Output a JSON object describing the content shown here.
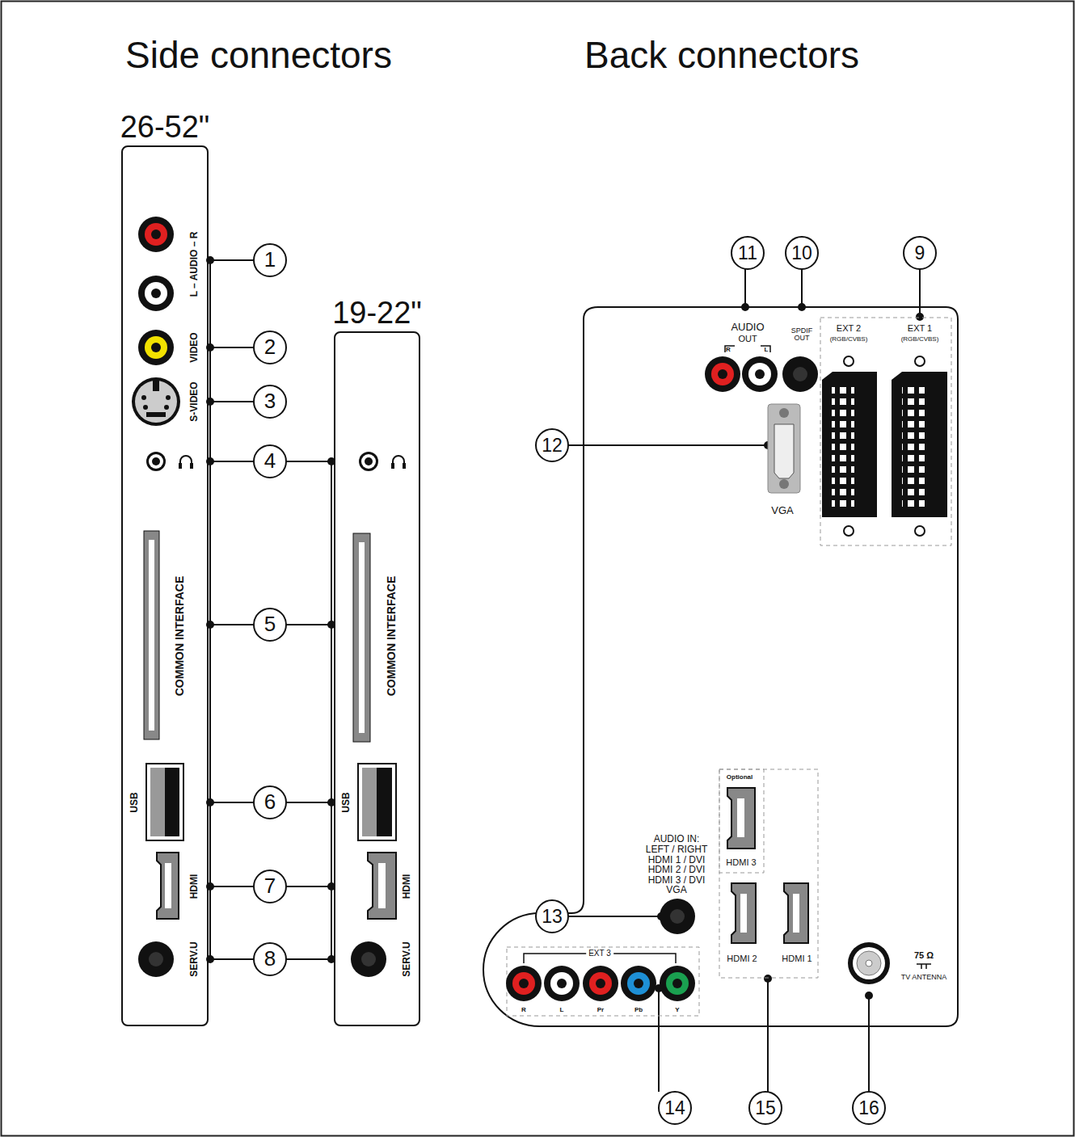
{
  "diagram": {
    "nodes": [
      {
        "text": [
          "26-52\""
        ]
      },
      {
        "text": [
          "19-22\""
        ]
      }
    ],
    "labels": [
      "Side connectors",
      "Back connectors",
      "1",
      "2",
      "3",
      "4",
      "5",
      "6",
      "7",
      "8",
      "L – AUDIO – R",
      "VIDEO",
      "S-VIDEO",
      "COMMON INTERFACE",
      "USB",
      "HDMI",
      "SERV.U",
      "COMMON INTERFACE",
      "USB",
      "HDMI",
      "SERV.U",
      "11",
      "10",
      "9",
      "AUDIO",
      "OUT",
      "R",
      "L",
      "SPDIF OUT",
      "EXT 2",
      "(RGB/CVBS)",
      "EXT 1",
      "(RGB/CVBS)",
      "12",
      "VGA",
      "Optional",
      "HDMI 3",
      "AUDIO IN: LEFT / RIGHT HDMI 1 / DVI HDMI 2 / DVI HDMI 3 / DVI VGA",
      "13",
      "HDMI 2",
      "HDMI 1",
      "75 Ω",
      "TV ANTENNA",
      "EXT 3",
      "R",
      "L",
      "Pr",
      "Pb",
      "Y",
      "14",
      "15",
      "16"
    ]
  }
}
